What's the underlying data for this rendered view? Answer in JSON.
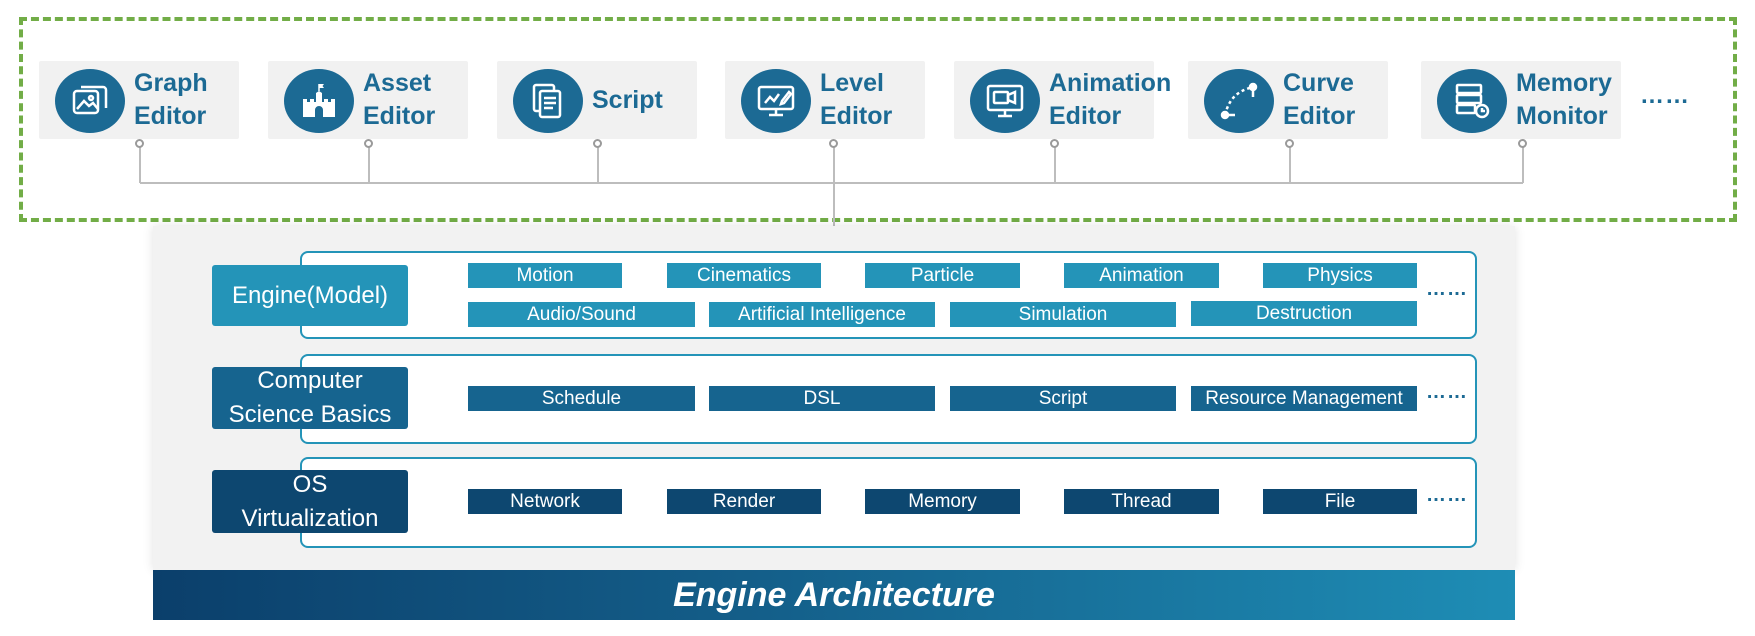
{
  "tools": [
    {
      "label": "Graph\nEditor",
      "icon": "image-gallery-icon"
    },
    {
      "label": "Asset\nEditor",
      "icon": "castle-icon"
    },
    {
      "label": "Script",
      "icon": "document-stack-icon"
    },
    {
      "label": "Level\nEditor",
      "icon": "monitor-drawing-icon"
    },
    {
      "label": "Animation\nEditor",
      "icon": "monitor-video-icon"
    },
    {
      "label": "Curve\nEditor",
      "icon": "bezier-curve-icon"
    },
    {
      "label": "Memory\nMonitor",
      "icon": "server-clock-icon"
    }
  ],
  "tools_more": "……",
  "layers": {
    "engine": {
      "label": "Engine(Model)",
      "row1": [
        "Motion",
        "Cinematics",
        "Particle",
        "Animation",
        "Physics"
      ],
      "row2": [
        "Audio/Sound",
        "Artificial Intelligence",
        "Simulation",
        "Destruction"
      ],
      "more": "……"
    },
    "cs": {
      "label": "Computer\nScience Basics",
      "modules": [
        "Schedule",
        "DSL",
        "Script",
        "Resource Management"
      ],
      "more": "……"
    },
    "os": {
      "label": "OS\nVirtualization",
      "modules": [
        "Network",
        "Render",
        "Memory",
        "Thread",
        "File"
      ],
      "more": "……"
    }
  },
  "footer": "Engine Architecture",
  "colors": {
    "accent": "#1c6a94",
    "frame": "#72ad47",
    "engine_module": "#2494b8",
    "cs_module": "#16648f",
    "os_module": "#0d4770"
  }
}
